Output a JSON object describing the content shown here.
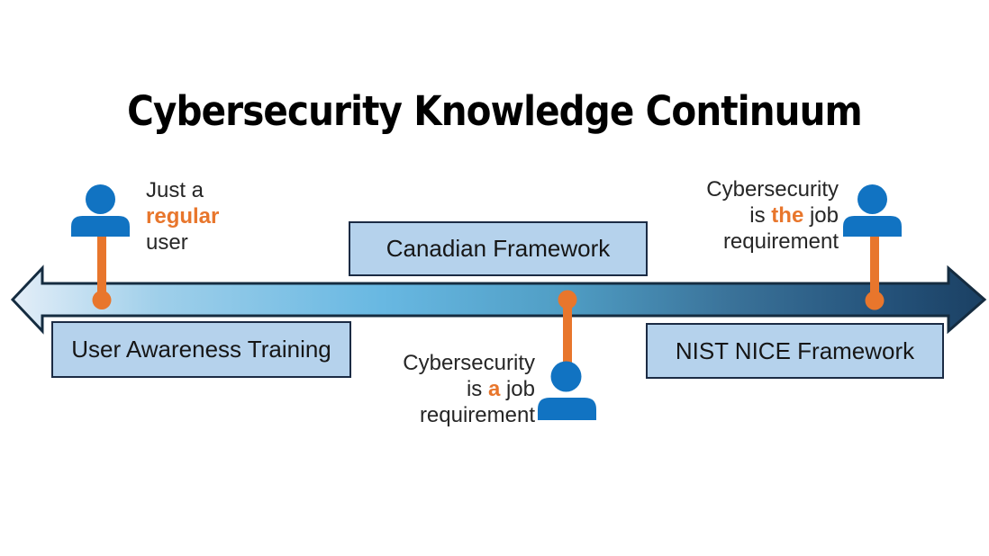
{
  "title": "Cybersecurity Knowledge Continuum",
  "colors": {
    "person_blue": "#1173C2",
    "orange": "#E8762C",
    "box_fill": "#B5D2EC",
    "box_border": "#1B2B44",
    "arrow_border": "#152C40"
  },
  "arrow": {
    "gradient": [
      "#E4EEF8",
      "#9FCFEA",
      "#68B8E2",
      "#4F9DC4",
      "#3A7299",
      "#24527A",
      "#1B4063"
    ]
  },
  "boxes": {
    "left": "User Awareness Training",
    "middle": "Canadian Framework",
    "right": "NIST NICE Framework"
  },
  "callouts": {
    "left": {
      "line1": "Just a",
      "line2_word": "regular",
      "line3": "user"
    },
    "middle": {
      "line1": "Cybersecurity",
      "line2_pre": "is ",
      "line2_word": "a",
      "line2_post": " job",
      "line3": "requirement"
    },
    "right": {
      "line1": "Cybersecurity",
      "line2_pre": "is ",
      "line2_word": "the",
      "line2_post": " job",
      "line3": "requirement"
    }
  }
}
